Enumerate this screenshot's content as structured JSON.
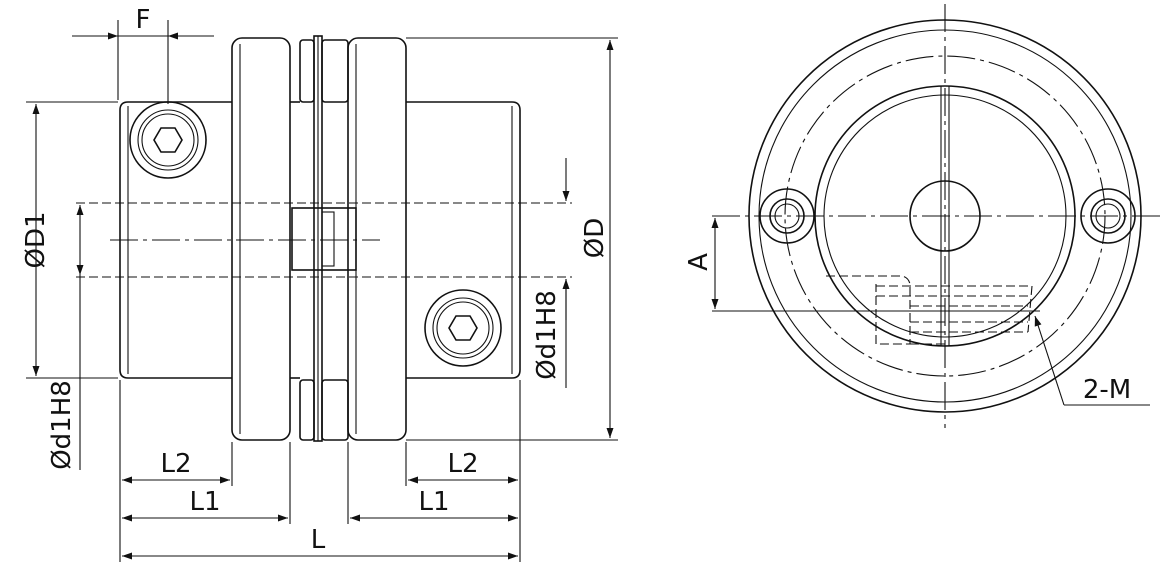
{
  "labels": {
    "F": "F",
    "D1": "ØD1",
    "d1H8_left": "Ød1H8",
    "d1H8_right": "Ød1H8",
    "D": "ØD",
    "L2_left": "L2",
    "L1_left": "L1",
    "L2_right": "L2",
    "L1_right": "L1",
    "L": "L",
    "A": "A",
    "M": "2-M"
  }
}
